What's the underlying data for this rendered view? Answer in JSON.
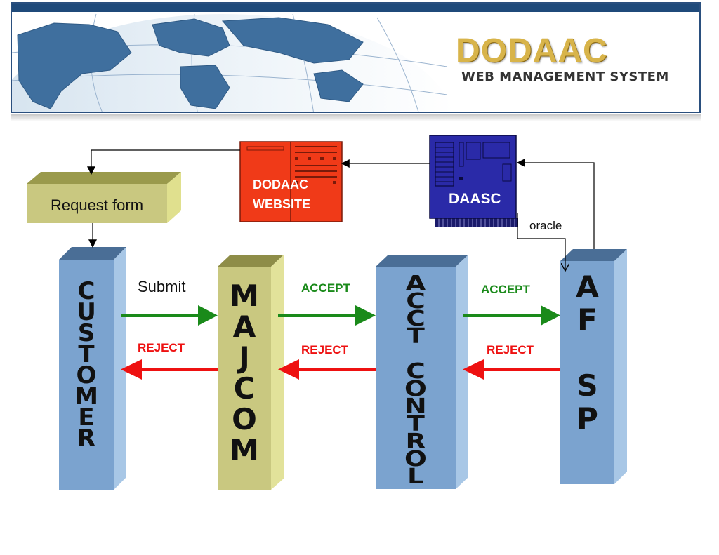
{
  "header": {
    "logo_title": "DODAAC",
    "logo_subtitle": "WEB MANAGEMENT SYSTEM"
  },
  "diagram": {
    "request_form": "Request form",
    "website_label_1": "DODAAC",
    "website_label_2": "WEBSITE",
    "daasc_label": "DAASC",
    "oracle_label": "oracle",
    "submit_label": "Submit",
    "columns": {
      "customer": [
        "C",
        "U",
        "S",
        "T",
        "O",
        "M",
        "E",
        "R"
      ],
      "majcom": [
        "M",
        "A",
        "J",
        "C",
        "O",
        "M"
      ],
      "acct_control": [
        "A",
        "C",
        "C",
        "T",
        "",
        "C",
        "O",
        "N",
        "T",
        "R",
        "O",
        "L"
      ],
      "afsp": [
        "A",
        "F",
        "",
        "S",
        "P"
      ]
    },
    "arrows": {
      "accept_1": "ACCEPT",
      "accept_2": "ACCEPT",
      "reject_1": "REJECT",
      "reject_2": "REJECT",
      "reject_3": "REJECT"
    },
    "colors": {
      "blue_column": "#7ba3cf",
      "olive_column": "#c9c880",
      "accept": "#1a8a1a",
      "reject": "#ee1111",
      "website": "#f03a18",
      "daasc": "#2a2aa8"
    }
  }
}
